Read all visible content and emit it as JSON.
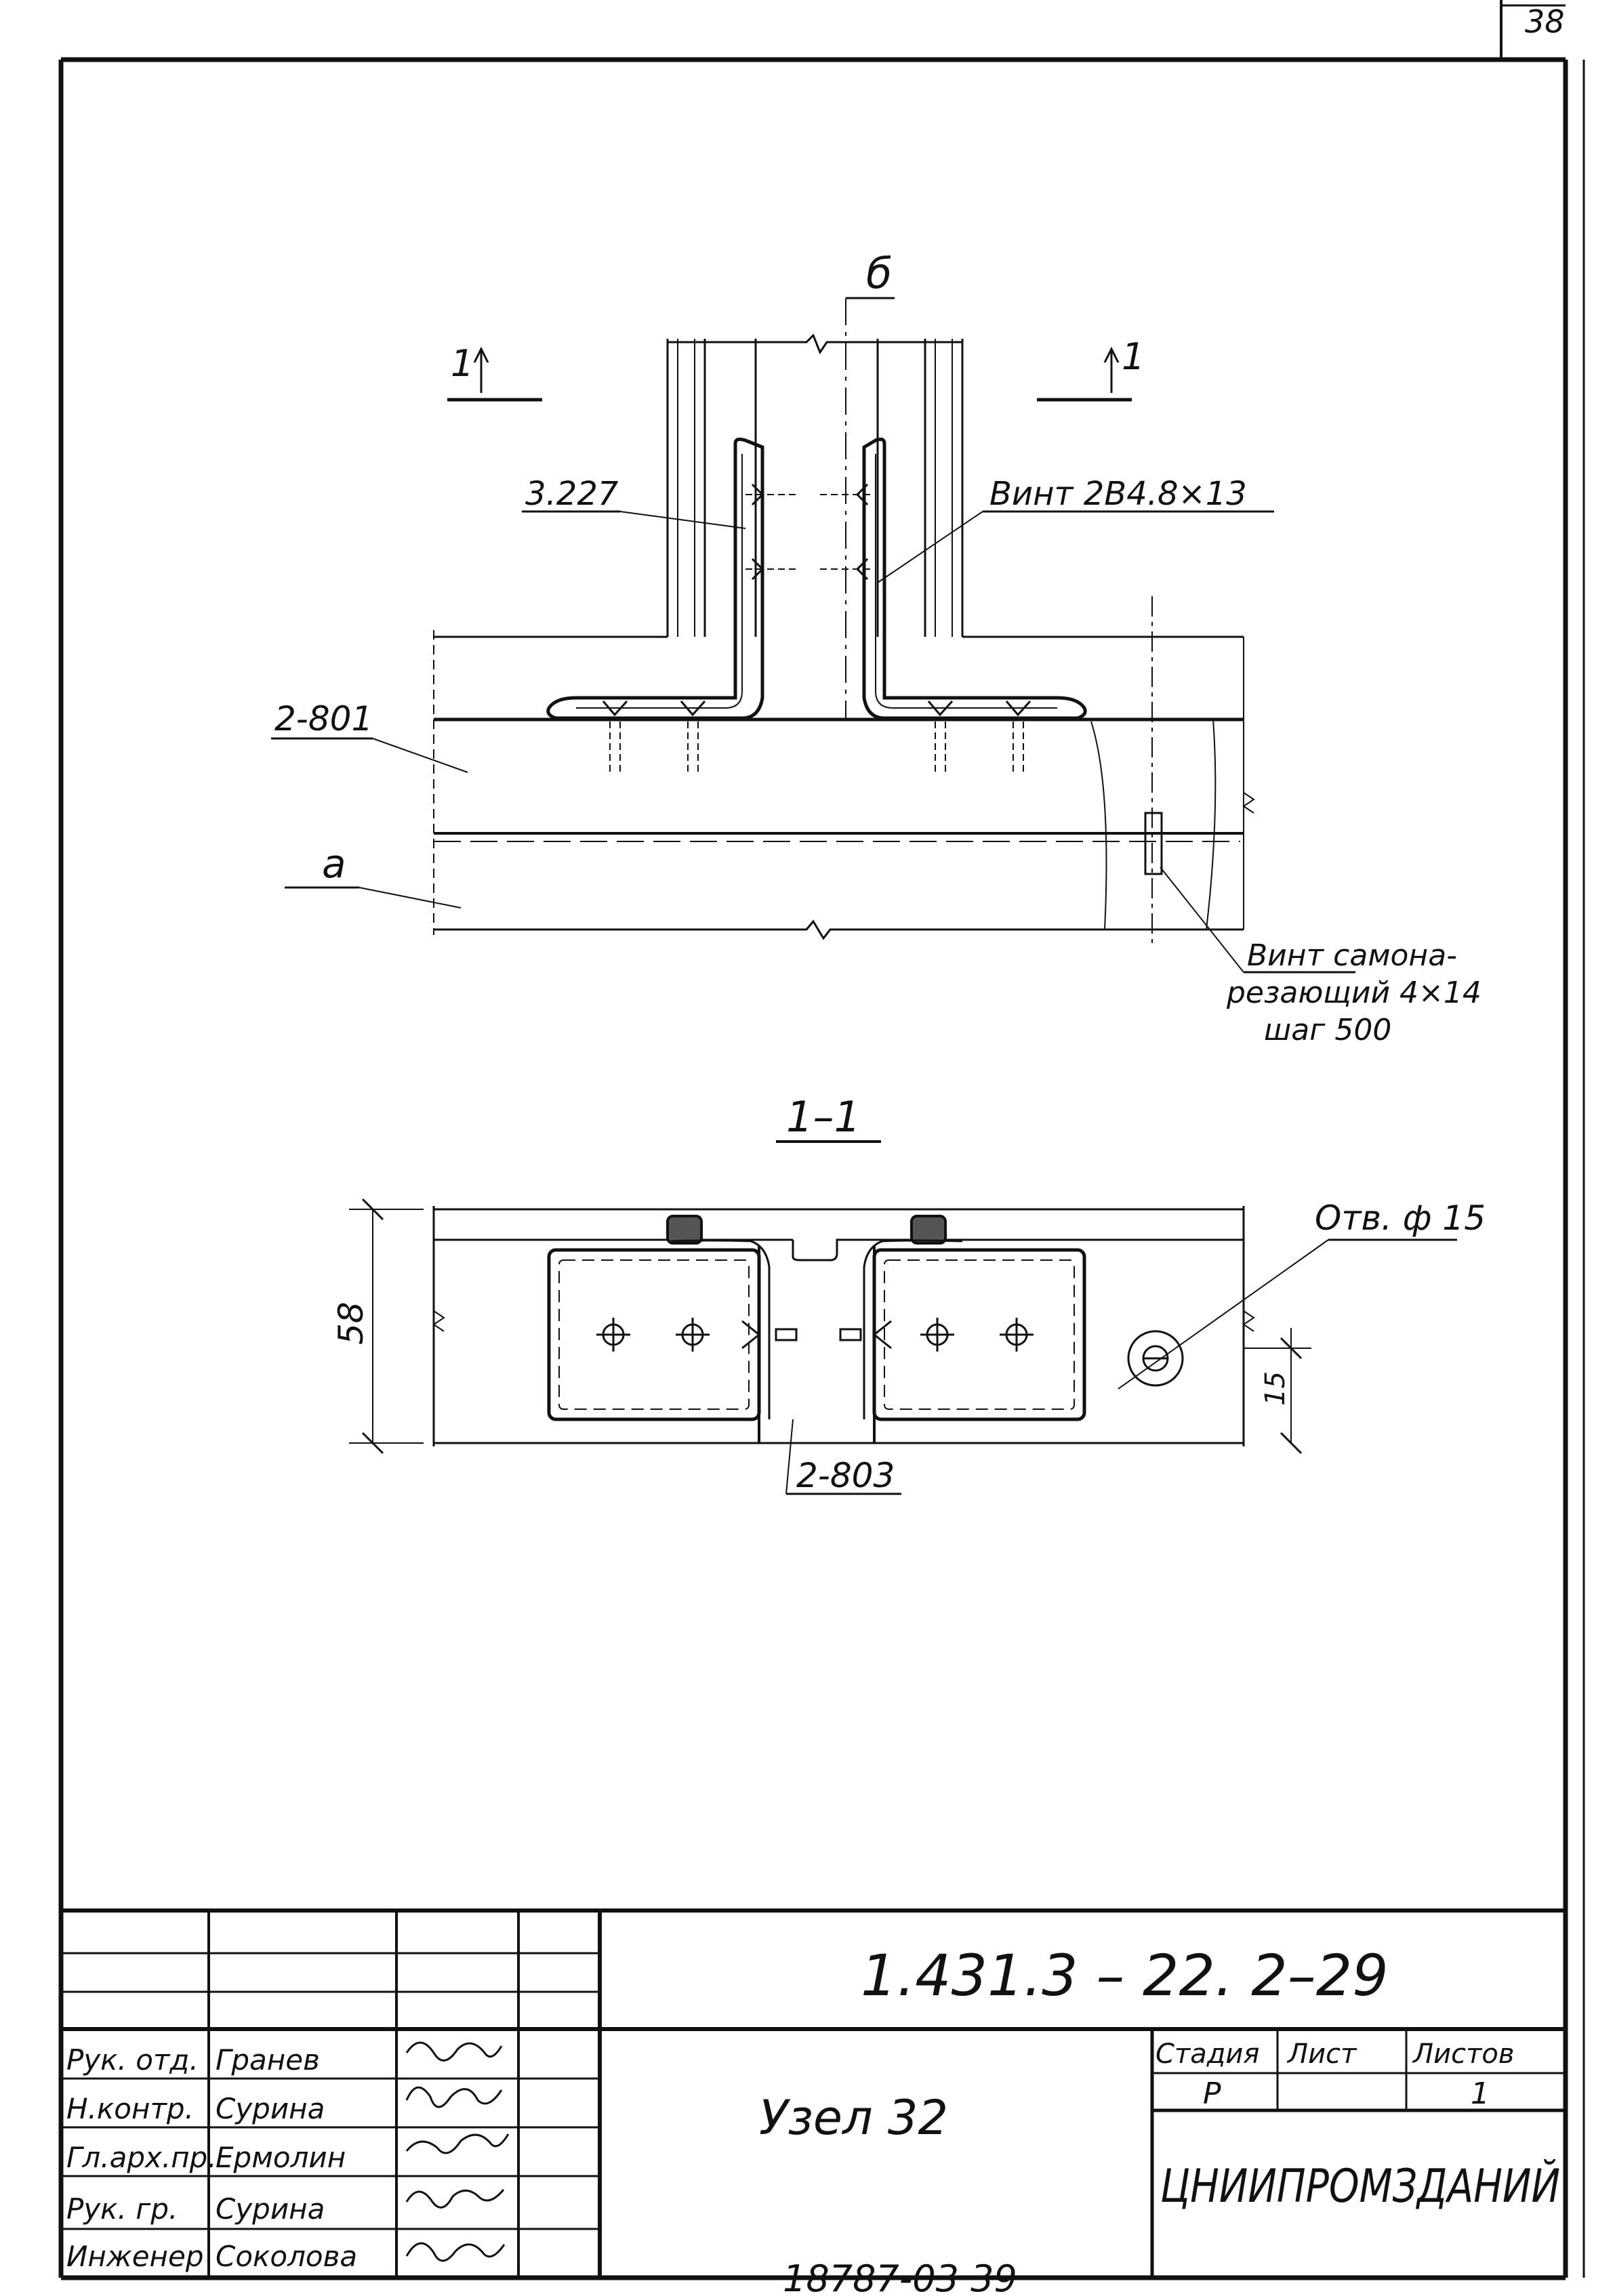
{
  "sheet": {
    "page_number": "38",
    "footer_stamp": "18787-03  39"
  },
  "drawing": {
    "plan_view": {
      "mark_b": "б",
      "mark_a": "а",
      "section_mark_left": "1",
      "section_mark_right": "1",
      "label_angle": "3.227",
      "label_screw_top": "Винт 2В4.8×13",
      "label_panel": "2-801",
      "label_self_tapping_line1": "Винт самона-",
      "label_self_tapping_line2": "резающий 4×14",
      "label_self_tapping_line3": "шаг 500"
    },
    "section_view": {
      "title": "1–1",
      "dim_height": "58",
      "dim_offset": "15",
      "label_hole": "Отв. ф 15",
      "label_profile": "2-803"
    }
  },
  "title_block": {
    "designation": "1.431.3 – 22. 2–29",
    "sheet_title": "Узел 32",
    "organization": "ЦНИИПРОМЗДАНИЙ",
    "col_stage": "Стадия",
    "col_sheet": "Лист",
    "col_sheets": "Листов",
    "stage_value": "Р",
    "sheets_value": "1",
    "roles": [
      {
        "role": "Рук. отд.",
        "name": "Гранев"
      },
      {
        "role": "Н.контр.",
        "name": "Сурина"
      },
      {
        "role": "Гл.арх.пр.",
        "name": "Ермолин"
      },
      {
        "role": "Рук. гр.",
        "name": "Сурина"
      },
      {
        "role": "Инженер",
        "name": "Соколова"
      }
    ]
  }
}
